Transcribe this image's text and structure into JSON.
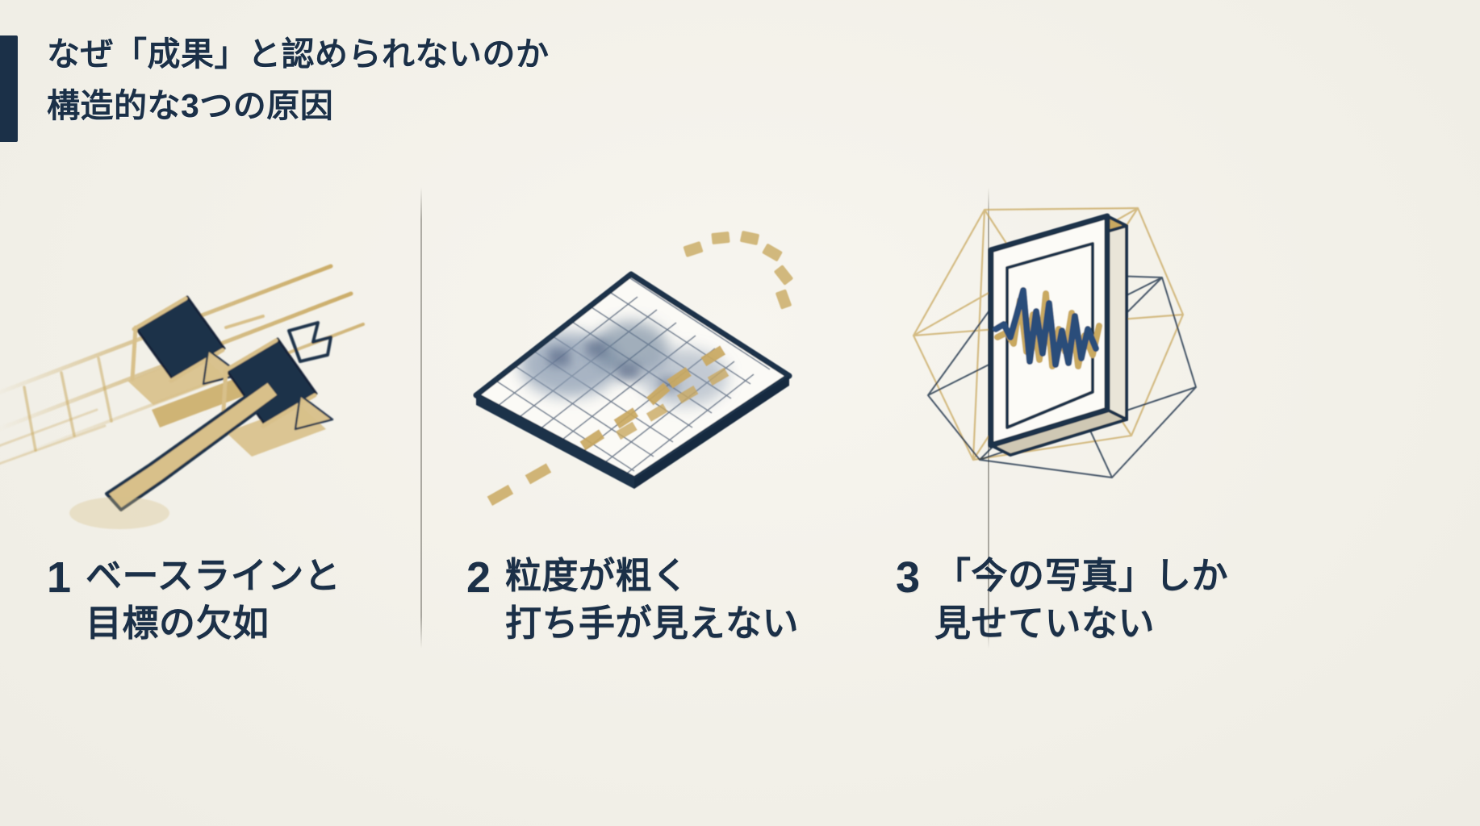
{
  "slide": {
    "background_color": "#f3f1ea",
    "navy": "#1b3048",
    "gold": "#c9a961"
  },
  "header": {
    "title_line1": "なぜ「成果」と認められないのか",
    "title_line2": "構造的な3つの原因"
  },
  "columns": [
    {
      "number": "1",
      "text_line1": "ベースラインと",
      "text_line2": "目標の欠如",
      "illustration": "tilted-markers-on-track-icon"
    },
    {
      "number": "2",
      "text_line1": "粒度が粗く",
      "text_line2": "打ち手が見えない",
      "illustration": "isometric-blurred-grid-plane-icon"
    },
    {
      "number": "3",
      "text_line1": "「今の写真」しか",
      "text_line2": "見せていない",
      "illustration": "framed-waveform-panel-icon"
    }
  ]
}
